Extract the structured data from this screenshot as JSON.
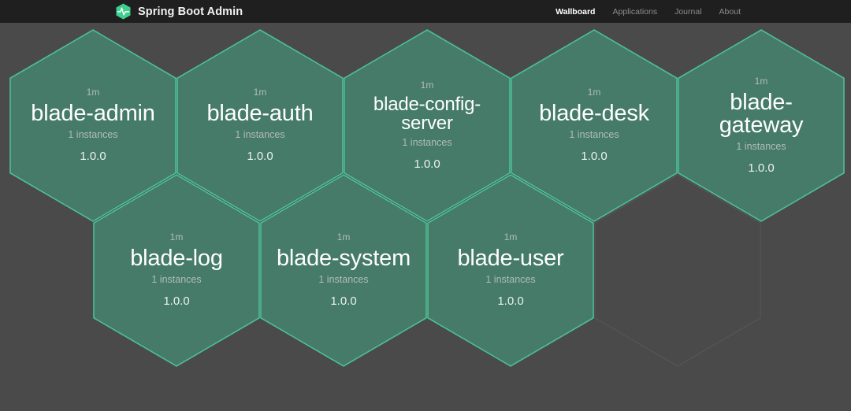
{
  "header": {
    "brand": {
      "logo_icon": "heartbeat-hexagon-icon",
      "title": "Spring Boot Admin",
      "logo_color": "#3ecf8e"
    },
    "nav": [
      {
        "label": "Wallboard",
        "active": true
      },
      {
        "label": "Applications",
        "active": false
      },
      {
        "label": "Journal",
        "active": false
      },
      {
        "label": "About",
        "active": false
      }
    ],
    "background": "#1f1f1f"
  },
  "wallboard": {
    "background": "#4a4a4a",
    "tile_fill": "#457b68",
    "tile_border": "#4cbf96",
    "empty_border": "#565656",
    "applications": [
      {
        "name": "blade-admin",
        "uptime": "1m",
        "instances": "1 instances",
        "version": "1.0.0",
        "status": "up"
      },
      {
        "name": "blade-auth",
        "uptime": "1m",
        "instances": "1 instances",
        "version": "1.0.0",
        "status": "up"
      },
      {
        "name": "blade-config-server",
        "uptime": "1m",
        "instances": "1 instances",
        "version": "1.0.0",
        "status": "up"
      },
      {
        "name": "blade-desk",
        "uptime": "1m",
        "instances": "1 instances",
        "version": "1.0.0",
        "status": "up"
      },
      {
        "name": "blade-gateway",
        "uptime": "1m",
        "instances": "1 instances",
        "version": "1.0.0",
        "status": "up"
      },
      {
        "name": "blade-log",
        "uptime": "1m",
        "instances": "1 instances",
        "version": "1.0.0",
        "status": "up"
      },
      {
        "name": "blade-system",
        "uptime": "1m",
        "instances": "1 instances",
        "version": "1.0.0",
        "status": "up"
      },
      {
        "name": "blade-user",
        "uptime": "1m",
        "instances": "1 instances",
        "version": "1.0.0",
        "status": "up"
      }
    ]
  }
}
